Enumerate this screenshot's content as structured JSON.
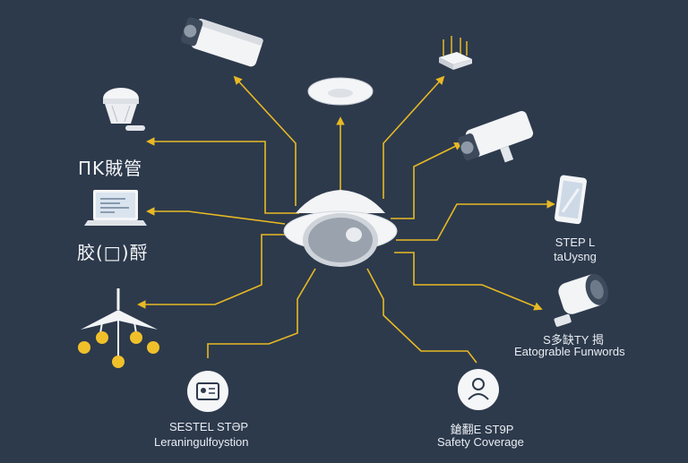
{
  "colors": {
    "background": "#2d3a4c",
    "connector": "#e8b923",
    "device_white": "#f2f4f6",
    "device_dark": "#3d4a5c"
  },
  "icons": [
    "dome-camera-hub-icon",
    "bullet-camera-icon",
    "ceiling-sensor-icon",
    "router-icon",
    "bullet-camera-icon",
    "tablet-icon",
    "compact-camera-icon",
    "ceiling-speaker-icon",
    "laptop-icon",
    "drone-icon",
    "id-card-icon",
    "security-guard-icon"
  ],
  "labels": {
    "left_top": "ΠΚ賊管",
    "left_mid": "㬵(□)酹",
    "right_top_line1": "STEP L",
    "right_top_line2": "taUysng",
    "right_mid_line1": "S多缺TY 揭",
    "right_mid_line2": "Eatograble Funwords",
    "bottom_left_line1": "SESTEL STӘP",
    "bottom_left_line2": "Leraningulfoystion",
    "bottom_right_line1": "鎗翻E ST9P",
    "bottom_right_line2": "Safety Coverage"
  }
}
